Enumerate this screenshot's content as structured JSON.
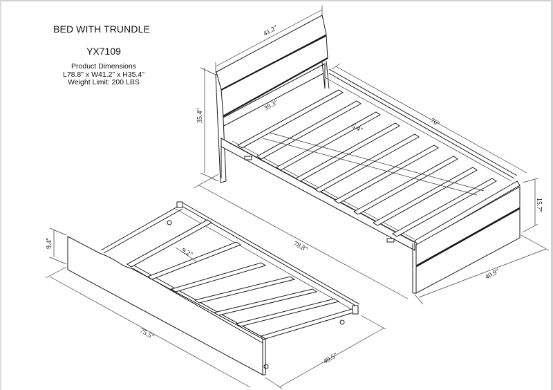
{
  "title_block": {
    "title": "BED WITH TRUNDLE",
    "model": "YX7109",
    "info_heading": "Product Dimensions",
    "info_dimensions": "L78.8\" x W41.2\" x H35.4\"",
    "info_weight": "Weight Limit: 200 LBS"
  },
  "bed": {
    "dimensions": {
      "headboard_width": "41.2\"",
      "inner_width": "39.3\"",
      "height": "35.4\"",
      "rail_length": "76\"",
      "slat_gap": "5.4\"",
      "overall_length": "78.8\"",
      "footboard_height": "15.7\"",
      "footboard_width": "40.9\""
    }
  },
  "trundle": {
    "dimensions": {
      "height": "9.4\"",
      "slat_gap": "9.2\"",
      "length": "75.5\"",
      "width": "40.5\""
    }
  },
  "colors": {
    "line": "#1a1a1a",
    "background": "#ffffff",
    "frame_border": "#d2d2d2"
  }
}
